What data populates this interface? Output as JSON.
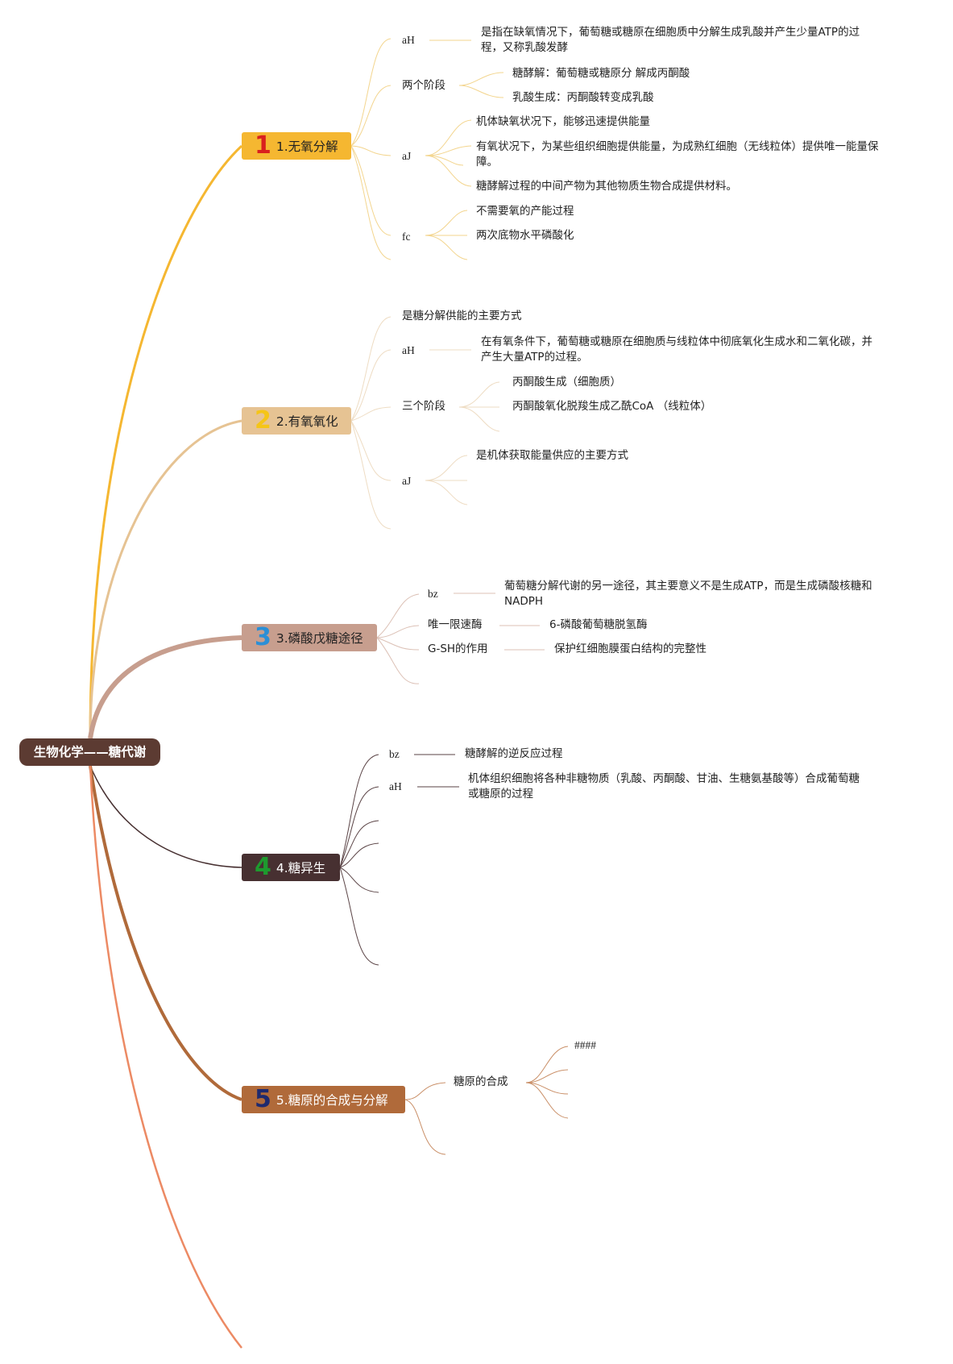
{
  "root": {
    "label": "生物化学——糖代谢"
  },
  "topics": [
    {
      "num": "1",
      "label": "1.无氧分解",
      "color": "#f5b731",
      "num_color": "#d9201e",
      "text_color": "#222222",
      "branches": [
        {
          "label": "aH",
          "children": [
            "是指在缺氧情况下，葡萄糖或糖原在细胞质中分解生成乳酸并产生少量ATP的过程，又称乳酸发酵"
          ]
        },
        {
          "label": "两个阶段",
          "children": [
            "糖酵解：葡萄糖或糖原分 解成丙酮酸",
            "乳酸生成：丙酮酸转变成乳酸"
          ]
        },
        {
          "label": "aJ",
          "children": [
            "机体缺氧状况下，能够迅速提供能量",
            "有氧状况下，为某些组织细胞提供能量，为成熟红细胞（无线粒体）提供唯一能量保障。",
            "糖酵解过程的中间产物为其他物质生物合成提供材料。"
          ]
        },
        {
          "label": "fc",
          "children": [
            "不需要氧的产能过程",
            "两次底物水平磷酸化"
          ]
        }
      ]
    },
    {
      "num": "2",
      "label": "2.有氧氧化",
      "color": "#e6c393",
      "num_color": "#f5c518",
      "text_color": "#222222",
      "branches": [
        {
          "label": "是糖分解供能的主要方式",
          "children": []
        },
        {
          "label": "aH",
          "children": [
            "在有氧条件下，葡萄糖或糖原在细胞质与线粒体中彻底氧化生成水和二氧化碳，并产生大量ATP的过程。"
          ]
        },
        {
          "label": "三个阶段",
          "children": [
            "丙酮酸生成（细胞质）",
            "丙酮酸氧化脱羧生成乙酰CoA （线粒体）"
          ]
        },
        {
          "label": "aJ",
          "children": [
            "是机体获取能量供应的主要方式"
          ]
        }
      ]
    },
    {
      "num": "3",
      "label": "3.磷酸戊糖途径",
      "color": "#c79e8e",
      "num_color": "#2b8fd6",
      "text_color": "#222222",
      "branches": [
        {
          "label": "bz",
          "children": [
            "葡萄糖分解代谢的另一途径，其主要意义不是生成ATP，而是生成磷酸核糖和NADPH"
          ]
        },
        {
          "label": "唯一限速酶",
          "children": [
            "6-磷酸葡萄糖脱氢酶"
          ]
        },
        {
          "label": "G-SH的作用",
          "children": [
            "保护红细胞膜蛋白结构的完整性"
          ]
        }
      ]
    },
    {
      "num": "4",
      "label": "4.糖异生",
      "color": "#473031",
      "num_color": "#1e9a2e",
      "text_color": "#ffffff",
      "branches": [
        {
          "label": "bz",
          "children": [
            "糖酵解的逆反应过程"
          ]
        },
        {
          "label": "aH",
          "children": [
            "机体组织细胞将各种非糖物质（乳酸、丙酮酸、甘油、生糖氨基酸等）合成葡萄糖或糖原的过程"
          ]
        }
      ]
    },
    {
      "num": "5",
      "label": "5.糖原的合成与分解",
      "color": "#b06a3a",
      "num_color": "#1f2a6e",
      "text_color": "#ffffff",
      "branches": [
        {
          "label": "糖原的合成",
          "children": [
            "####"
          ]
        }
      ]
    }
  ]
}
